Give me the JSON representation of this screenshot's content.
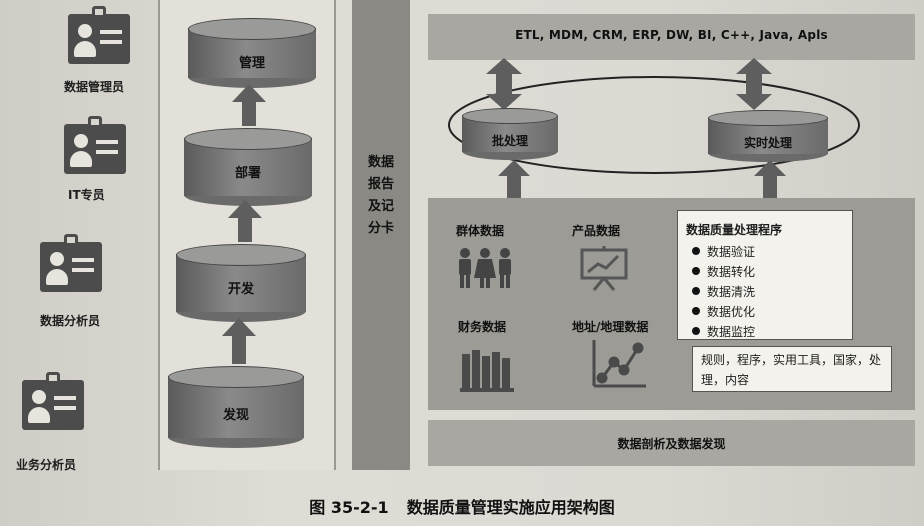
{
  "roles": [
    {
      "label": "数据管理员"
    },
    {
      "label": "IT专员"
    },
    {
      "label": "数据分析员"
    },
    {
      "label": "业务分析员"
    }
  ],
  "lifecycle": {
    "stages": [
      "管理",
      "部署",
      "开发",
      "发现"
    ]
  },
  "scorecard": {
    "label": "数据报告及记分卡"
  },
  "tools_band": {
    "text": "ETL, MDM, CRM, ERP, DW, BI, C++, Java, Apls"
  },
  "processing": {
    "batch": "批处理",
    "realtime": "实时处理"
  },
  "sources": {
    "group": "群体数据",
    "product": "产品数据",
    "finance": "财务数据",
    "geo": "地址/地理数据"
  },
  "quality": {
    "title": "数据质量处理程序",
    "items": [
      "数据验证",
      "数据转化",
      "数据清洗",
      "数据优化",
      "数据监控"
    ]
  },
  "rules": {
    "text": "规则，程序，实用工具，国家，处理，内容"
  },
  "bottom_band": {
    "text": "数据剖析及数据发现"
  },
  "caption": {
    "number": "图 35-2-1",
    "title": "数据质量管理实施应用架构图"
  }
}
